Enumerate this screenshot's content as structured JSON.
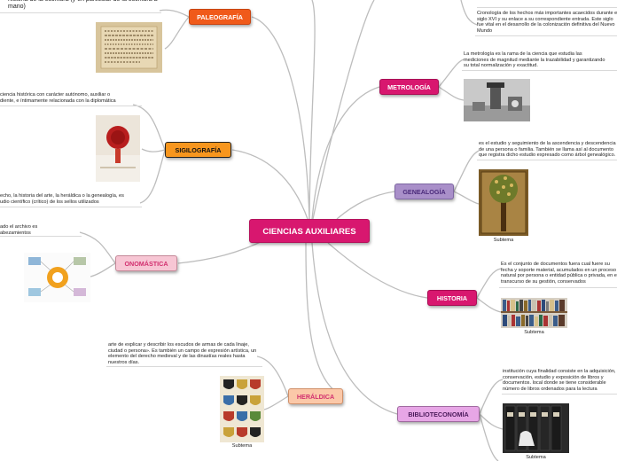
{
  "central": {
    "label": "CIENCIAS AUXILIARES"
  },
  "branches": {
    "paleografia": {
      "label": "PALEOGRAFÍA",
      "color": "#f05a1a",
      "text_color": "#ffffff"
    },
    "sigilografia": {
      "label": "SIGILOGRAFÍA",
      "color": "#f7961e",
      "text_color": "#111111"
    },
    "onomastica": {
      "label": "ONOMÁSTICA",
      "color": "#f7c6d4",
      "text_color": "#d2306f"
    },
    "heraldica": {
      "label": "HERÁLDICA",
      "color": "#fbc8a8",
      "text_color": "#d2306f"
    },
    "metrologia": {
      "label": "METROLOGÍA",
      "color": "#d8176f",
      "text_color": "#ffffff"
    },
    "genealogia": {
      "label": "GENEALOGÍA",
      "color": "#a98fc9",
      "text_color": "#4a2a7a"
    },
    "historia": {
      "label": "HISTORIA",
      "color": "#d8176f",
      "text_color": "#ffffff"
    },
    "biblioteconomia": {
      "label": "BIBLIOTECONOMÍA",
      "color": "#e7a6e6",
      "text_color": "#4a1a5a"
    }
  },
  "notes": {
    "paleografia_top": "historia de la escritura (y en particular de la escritura a mano)",
    "sigilografia_top": "ciencia histórica con carácter autónomo, auxiliar o\ndiente, e íntimamente relacionada con la diplomática",
    "sigilografia_bottom": "echo, la historia del arte, la heráldica o la genealogía, es\nudio científico (crítico) de los sellos utilizados",
    "onomastica": "ado el archivo es\nabezamientos",
    "heraldica": "arte de explicar y describir los escudos de armas de cada linaje, ciudad o persona». Es también un campo de expresión artística, un elemento del derecho medieval y de las dinastías reales hasta nuestros días.",
    "top_right": "Cronología de los hechos más importantes acaecidos durante el siglo XVI y su enlace a su correspondiente entrada. Este siglo fue vital en el desarrollo de la colonización definitiva del Nuevo Mundo",
    "metrologia": "La metrología es la rama de la ciencia que estudia las mediciones de magnitud mediante la trazabilidad y garantizando su total normalización y exactitud.",
    "genealogia": "es el estudio y seguimiento de la ascendencia y descendencia de una persona o familia. También se llama así al documento que registra dicho estudio expresado como árbol genealógico.",
    "historia": "Es el conjunto de documentos fuera cual fuere su fecha y soporte material, acumulados en un proceso natural por persona o entidad pública o privada, en el transcurso de su gestión, conservados",
    "biblioteconomia": "institución cuya finalidad consiste en la adquisición, conservación, estudio y exposición de libros y documentos. local donde se tiene considerable número de libros ordenados para la lectura"
  },
  "captions": {
    "genealogia": "Subtema",
    "historia": "Subtema",
    "biblioteconomia": "Subtema",
    "heraldica": "Subtema"
  },
  "images": {
    "paleografia": "manuscript-image",
    "sigilografia": "wax-seal-image",
    "onomastica": "infographic-image",
    "heraldica": "coats-of-arms-image",
    "metrologia": "laboratory-instrument-image",
    "genealogia": "family-tree-image",
    "historia": "bookshelf-image",
    "biblioteconomia": "archive-binders-image"
  }
}
